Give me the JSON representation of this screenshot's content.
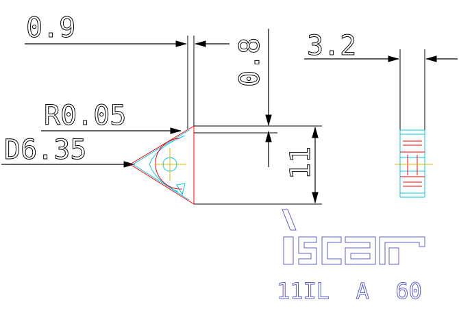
{
  "drawing": {
    "dimensions": {
      "d1": "0.9",
      "d2": "0.8",
      "d3": "3.2",
      "d4": "R0.05",
      "d5": "D6.35",
      "d6": "11"
    },
    "logo": {
      "brand": "iscar",
      "part_code": "11IL  A  60"
    },
    "colors": {
      "line": "#000000",
      "insert": "#ff0000",
      "inner": "#00c8e6",
      "center": "#d4b800",
      "logo": "#5b5bd6"
    }
  }
}
